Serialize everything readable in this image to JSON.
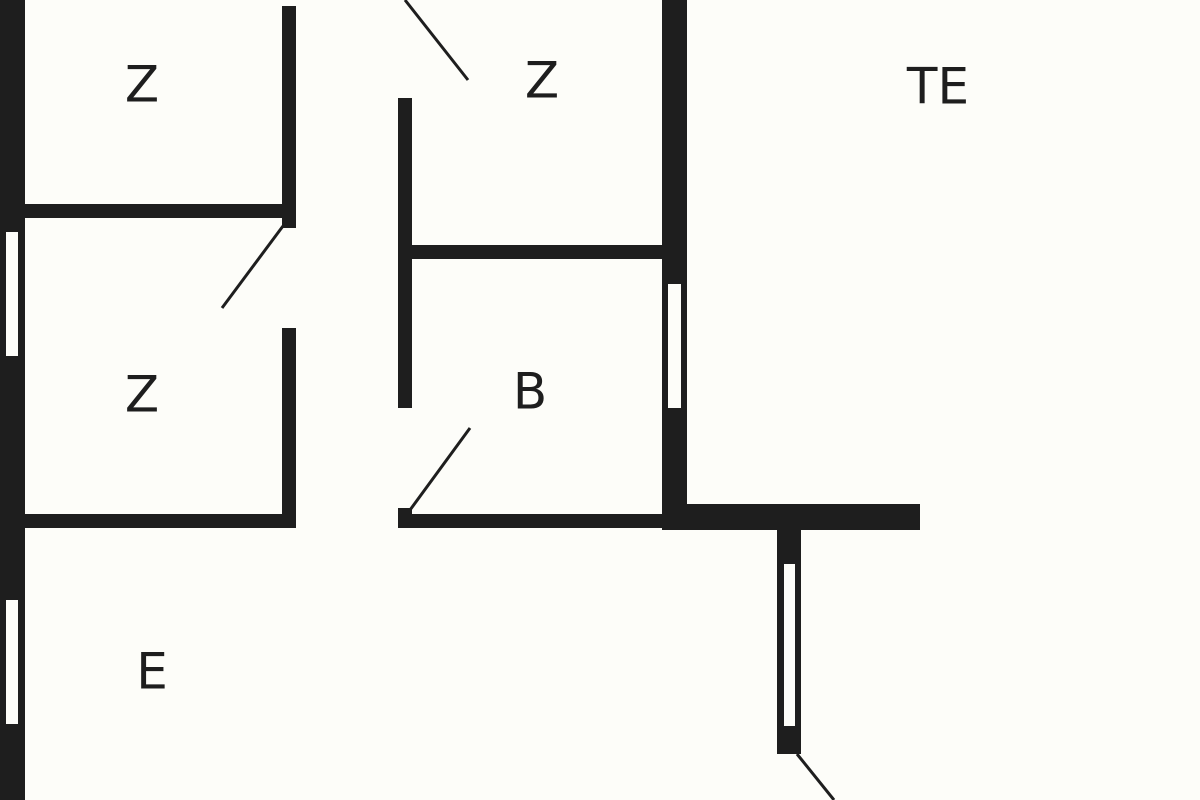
{
  "colors": {
    "background": "#fdfdf9",
    "wall": "#1e1e1e"
  },
  "rooms": [
    {
      "id": "room-top-left",
      "label": "Z"
    },
    {
      "id": "room-mid-left",
      "label": "Z"
    },
    {
      "id": "room-top-center",
      "label": "Z"
    },
    {
      "id": "room-bathroom",
      "label": "B"
    },
    {
      "id": "room-terrace",
      "label": "TE"
    },
    {
      "id": "room-entrance",
      "label": "E"
    }
  ]
}
